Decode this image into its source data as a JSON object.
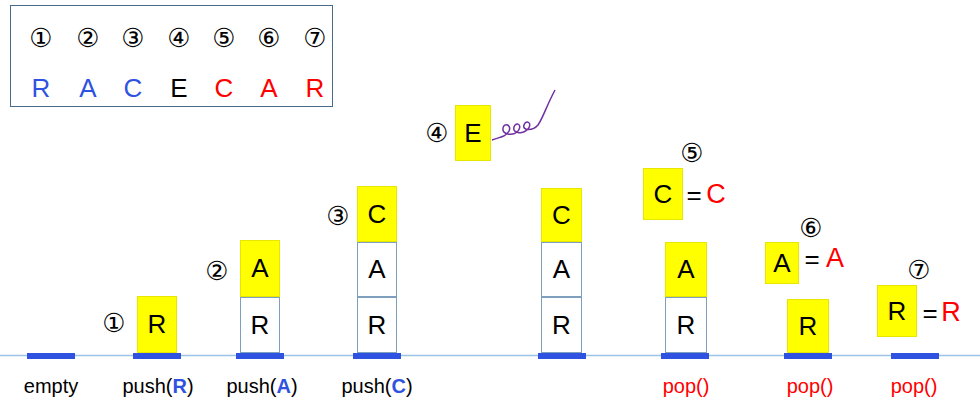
{
  "diagram": {
    "nodes": [
      {
        "text": [
          "①",
          "②",
          "③",
          "④",
          "⑤",
          "⑥",
          "⑦",
          "R",
          "A",
          "C",
          "E",
          "C",
          "A",
          "R"
        ]
      },
      {
        "text": [
          "R"
        ]
      },
      {
        "text": [
          "A"
        ]
      },
      {
        "text": [
          "R"
        ]
      },
      {
        "text": [
          "C"
        ]
      },
      {
        "text": [
          "A"
        ]
      },
      {
        "text": [
          "R"
        ]
      },
      {
        "text": [
          "E"
        ]
      },
      {
        "text": [
          "C"
        ]
      },
      {
        "text": [
          "A"
        ]
      },
      {
        "text": [
          "R"
        ]
      },
      {
        "text": [
          "C"
        ]
      },
      {
        "text": [
          "A"
        ]
      },
      {
        "text": [
          "R"
        ]
      },
      {
        "text": [
          "A"
        ]
      },
      {
        "text": [
          "R"
        ]
      },
      {
        "text": [
          "R"
        ]
      }
    ],
    "labels": [
      "①",
      "②",
      "③",
      "④",
      "⑤",
      "=",
      "C",
      "⑥",
      "=",
      "A",
      "⑦",
      "=",
      "R",
      "empty",
      "push(R)",
      "push(A)",
      "push(C)",
      "pop()",
      "pop()",
      "pop()"
    ]
  }
}
